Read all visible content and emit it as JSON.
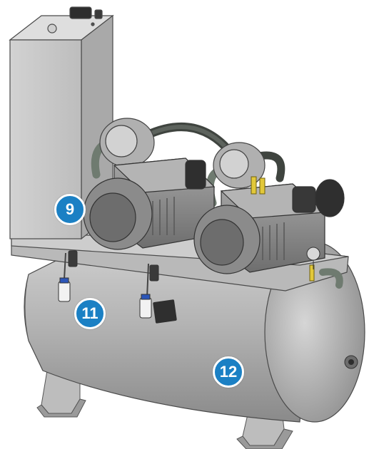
{
  "figure": {
    "callouts": [
      {
        "id": "callout-9",
        "label": "9"
      },
      {
        "id": "callout-11",
        "label": "11"
      },
      {
        "id": "callout-12",
        "label": "12"
      }
    ]
  },
  "colors": {
    "callout_fill": "#1B80C4",
    "tank": "#A8A8A8",
    "panel": "#C7C7C7",
    "pump_body": "#8E8E8E",
    "dark": "#3A3A3A",
    "hose": "#4A4F4A",
    "accent_yellow": "#E2C83A",
    "accent_blue": "#2B55B8"
  }
}
